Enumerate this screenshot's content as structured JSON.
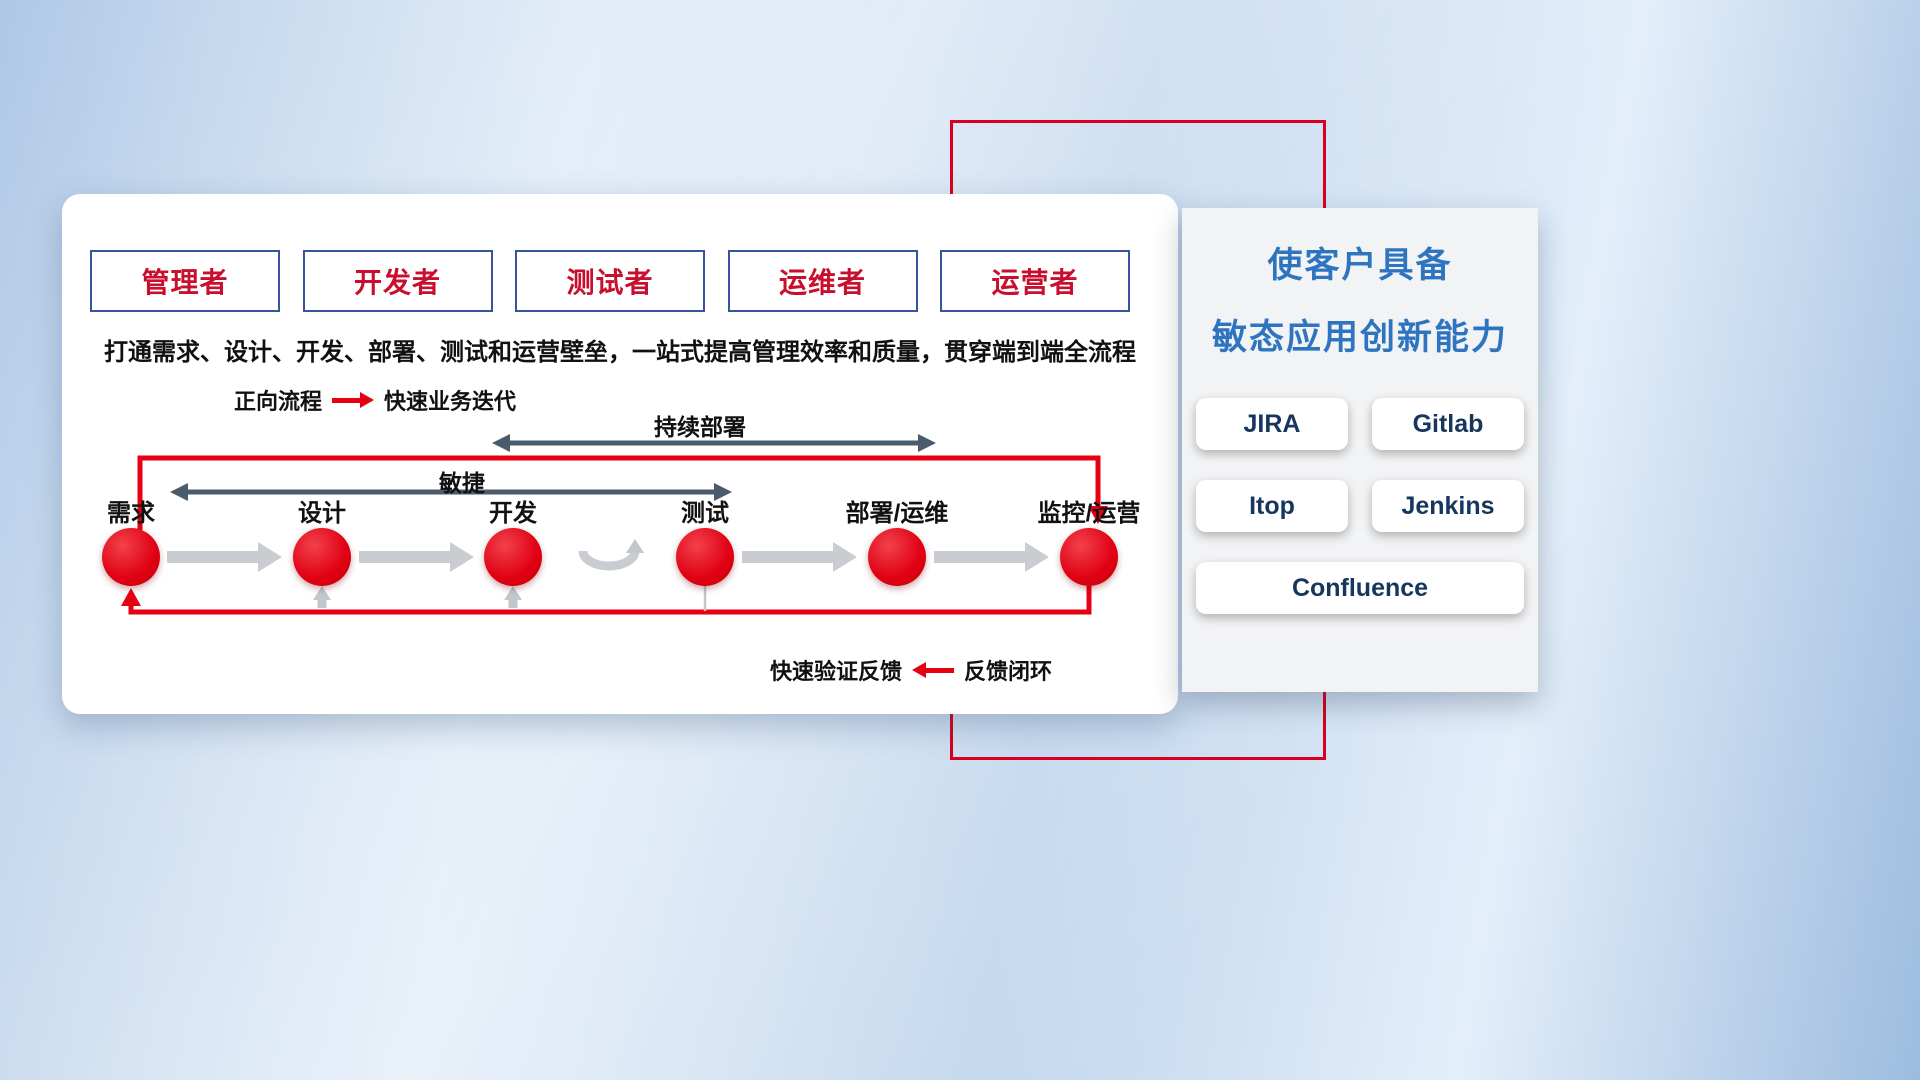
{
  "roles": [
    "管理者",
    "开发者",
    "测试者",
    "运维者",
    "运营者"
  ],
  "subtitle": "打通需求、设计、开发、部署、测试和运营壁垒，一站式提高管理效率和质量，贯穿端到端全流程",
  "legend_forward": {
    "label": "正向流程",
    "desc": "快速业务迭代"
  },
  "legend_feedback": {
    "label": "快速验证反馈",
    "desc": "反馈闭环"
  },
  "flow": {
    "agile_label": "敏捷",
    "cd_label": "持续部署",
    "stages": [
      "需求",
      "设计",
      "开发",
      "测试",
      "部署/运维",
      "监控/运营"
    ]
  },
  "right_panel": {
    "title_line1": "使客户具备",
    "title_line2": "敏态应用创新能力",
    "tools": [
      "JIRA",
      "Gitlab",
      "Itop",
      "Jenkins",
      "Confluence"
    ]
  },
  "colors": {
    "accent_red": "#e60012",
    "role_border_blue": "#34549c",
    "role_text_red": "#c8102e",
    "title_blue": "#2e74c0",
    "range_arrow_gray": "#4a5b6c",
    "flow_arrow_gray": "#c9cdd2"
  }
}
